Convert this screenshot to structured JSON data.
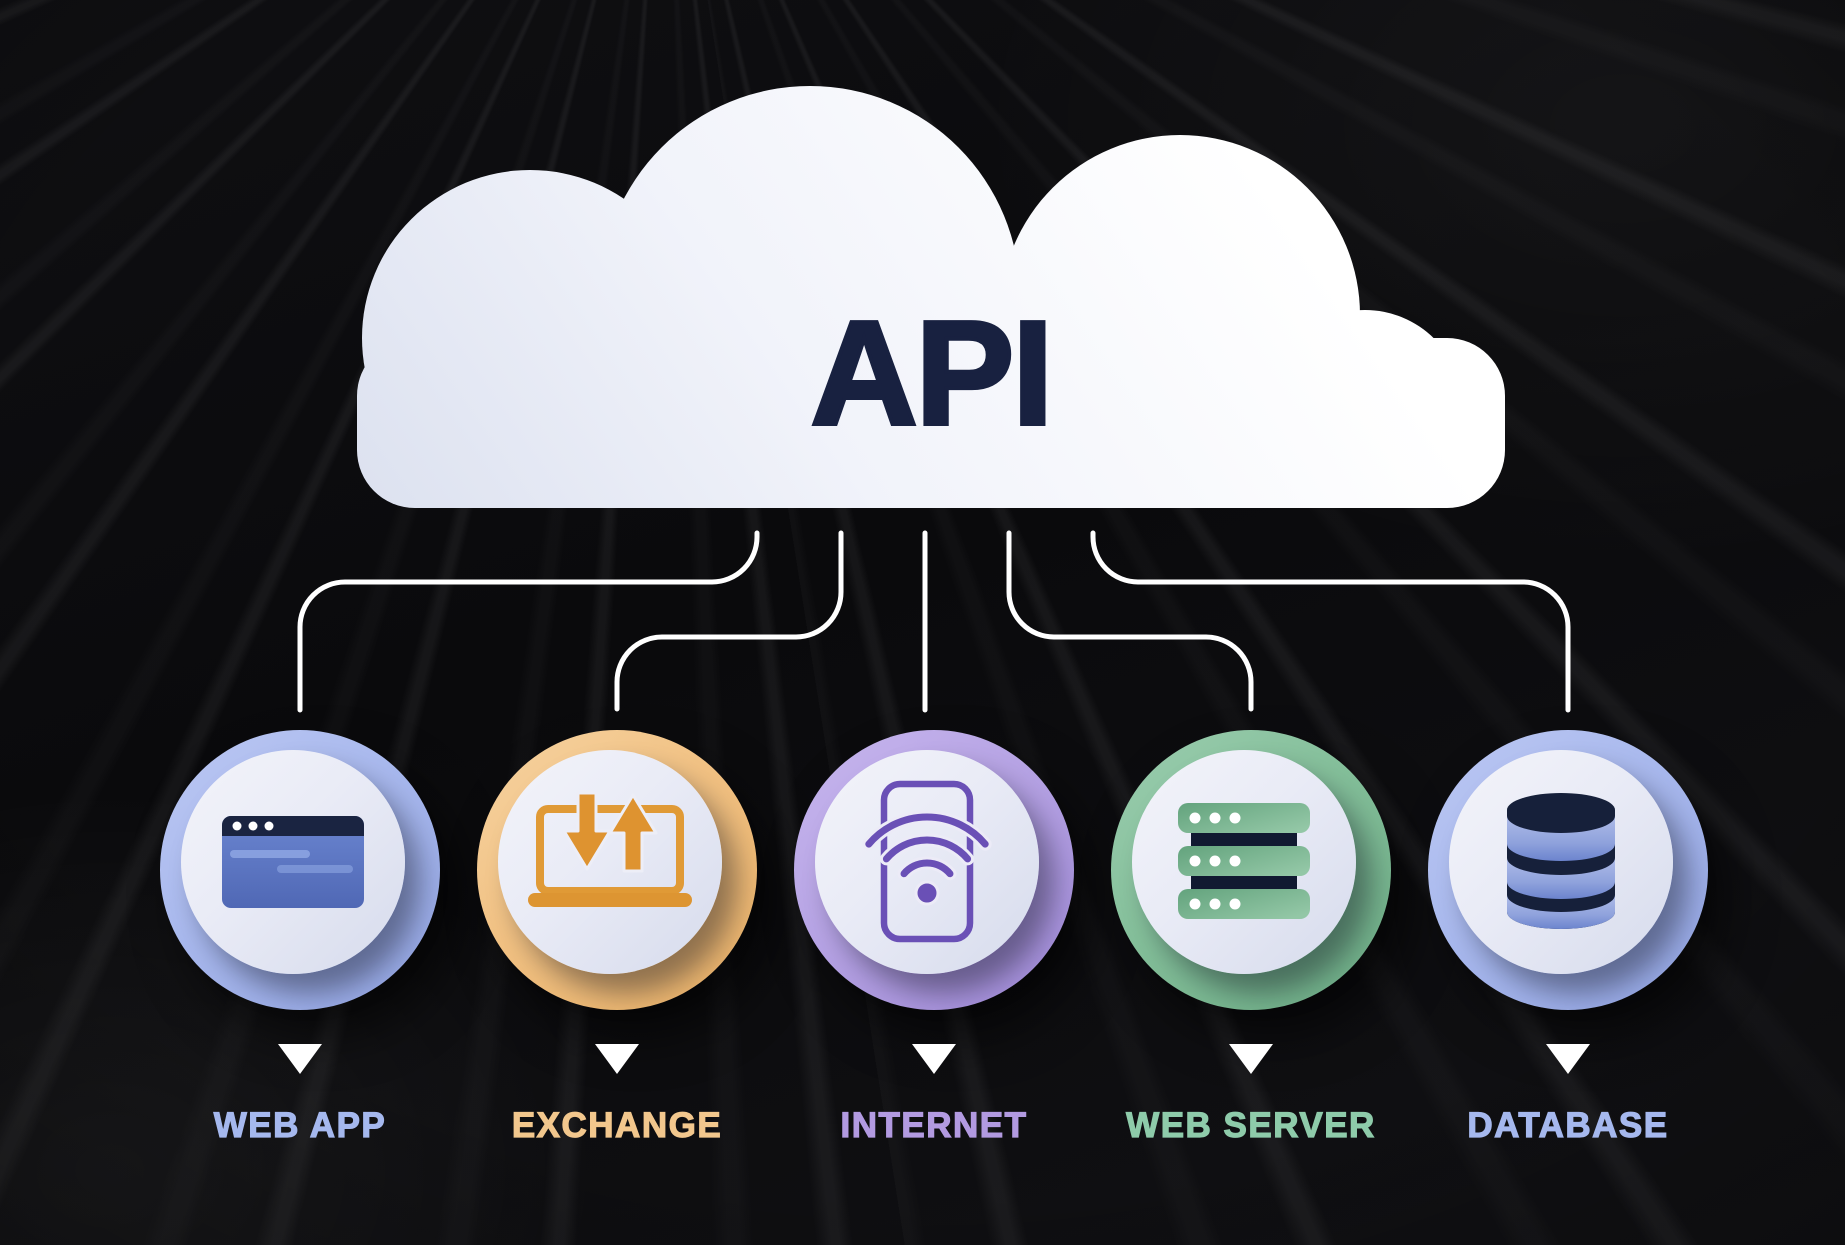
{
  "diagram": {
    "title": "API",
    "title_color": "#182140",
    "cloud_color": "#ffffff",
    "connector_color": "#ffffff",
    "pointer_color": "#ffffff",
    "background_color": "#0b0b0d",
    "nodes": [
      {
        "id": "web-app",
        "label": "WEB APP",
        "icon": "browser-window-icon",
        "ring_color": "#a8b8ed",
        "label_color": "#a5b8ee",
        "icon_color": "#5d7ac6"
      },
      {
        "id": "exchange",
        "label": "EXCHANGE",
        "icon": "laptop-transfer-icon",
        "ring_color": "#f1c183",
        "label_color": "#f2c78d",
        "icon_color": "#e0962f"
      },
      {
        "id": "internet",
        "label": "INTERNET",
        "icon": "phone-wifi-icon",
        "ring_color": "#b6a3e4",
        "label_color": "#b29ae1",
        "icon_color": "#6a50b6"
      },
      {
        "id": "web-server",
        "label": "WEB SERVER",
        "icon": "server-stack-icon",
        "ring_color": "#84bf9a",
        "label_color": "#8ecbaa",
        "icon_color": "#68a981"
      },
      {
        "id": "database",
        "label": "DATABASE",
        "icon": "database-icon",
        "ring_color": "#a8b8ed",
        "label_color": "#a5b8ee",
        "icon_color": "#16203a"
      }
    ]
  }
}
